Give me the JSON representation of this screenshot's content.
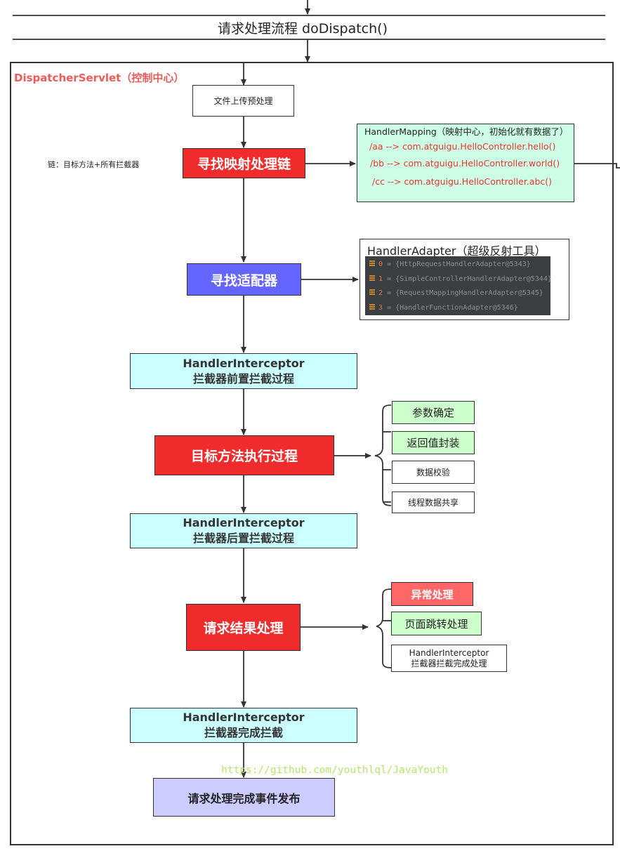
{
  "title": "请求处理流程 doDispatch()",
  "frame_label": "DispatcherServlet（控制中心）",
  "chain_note": "链：目标方法+所有拦截器",
  "nodes": {
    "upload": "文件上传预处理",
    "find_chain": "寻找映射处理链",
    "find_adapter": "寻找适配器",
    "pre_intercept": {
      "line1": "HandlerInterceptor",
      "line2": "拦截器前置拦截过程"
    },
    "execute": "目标方法执行过程",
    "post_intercept": {
      "line1": "HandlerInterceptor",
      "line2": "拦截器后置拦截过程"
    },
    "result": "请求结果处理",
    "complete_intercept": {
      "line1": "HandlerInterceptor",
      "line2": "拦截器完成拦截"
    },
    "publish": "请求处理完成事件发布"
  },
  "handler_mapping": {
    "header": "HandlerMapping（映射中心，初始化就有数据了）",
    "rows": [
      "/aa --> com.atguigu.HelloController.hello()",
      "/bb --> com.atguigu.HelloController.world()",
      "/cc --> com.atguigu.HelloController.abc()"
    ]
  },
  "handler_adapter": {
    "header": "HandlerAdapter（超级反射工具）",
    "rows": [
      {
        "index": "0",
        "value": "= {HttpRequestHandlerAdapter@5343}"
      },
      {
        "index": "1",
        "value": "= {SimpleControllerHandlerAdapter@5344}"
      },
      {
        "index": "2",
        "value": "= {RequestMappingHandlerAdapter@5345}"
      },
      {
        "index": "3",
        "value": "= {HandlerFunctionAdapter@5346}"
      }
    ]
  },
  "execute_steps": [
    "参数确定",
    "返回值封装",
    "数据校验",
    "线程数据共享"
  ],
  "result_steps": {
    "exception": "异常处理",
    "page_jump": "页面跳转处理",
    "complete": {
      "line1": "HandlerInterceptor",
      "line2": "拦截器拦截完成处理"
    }
  },
  "watermark": "https://github.com/youthlql/JavaYouth",
  "colors": {
    "red": "#f02b2b",
    "blue": "#6464ff",
    "cyan": "#ccffff",
    "lavender": "#ccccff",
    "green": "#ccffcc",
    "mint": "#ccffe6",
    "frame_label": "#f05a5a",
    "mapping_text": "#f03030",
    "watermark": "#b6e86a"
  }
}
